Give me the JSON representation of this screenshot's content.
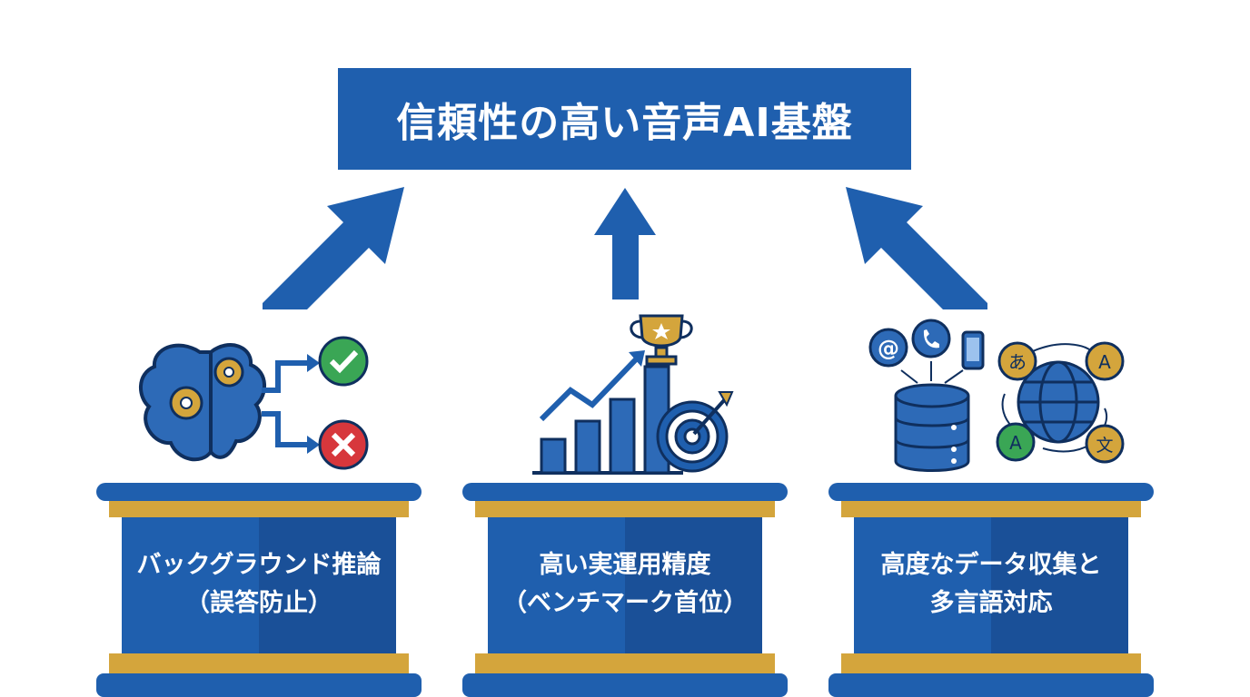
{
  "title": "信頼性の高い音声AI基盤",
  "colors": {
    "blue": "#1f5fae",
    "dark_blue": "#143f7e",
    "gold": "#d4a53c",
    "green": "#3aa655",
    "red": "#d7373c"
  },
  "pillars": [
    {
      "line1": "バックグラウンド推論",
      "line2": "（誤答防止）",
      "icon": "brain-gears-decision-icon"
    },
    {
      "line1": "高い実運用精度",
      "line2": "（ベンチマーク首位）",
      "icon": "growth-chart-trophy-target-icon"
    },
    {
      "line1": "高度なデータ収集と",
      "line2": "多言語対応",
      "icon": "database-globe-language-icon"
    }
  ],
  "icon_glyphs": {
    "at": "@",
    "hiragana": "あ",
    "latin_a": "A",
    "latin_a2": "A",
    "kanji": "文"
  }
}
